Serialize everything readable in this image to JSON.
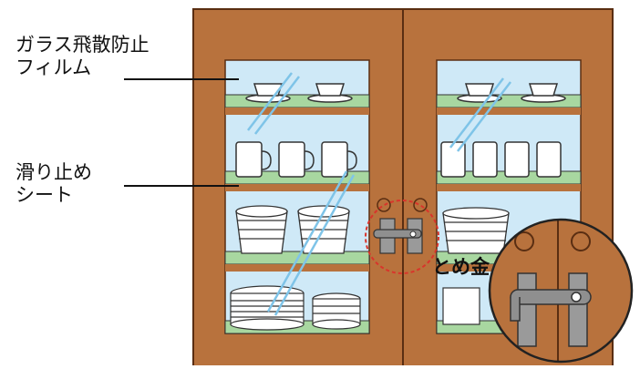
{
  "labels": {
    "film_line1": "ガラス飛散防止",
    "film_line2": "フィルム",
    "sheet_line1": "滑り止め",
    "sheet_line2": "シート",
    "latch": "とめ金"
  },
  "colors": {
    "wood": "#b8723d",
    "wood_dark": "#5a2e12",
    "glass": "#cfe9f7",
    "mat": "#a8d7a0",
    "dishes": "#ffffff",
    "dish_outline": "#333333",
    "metal": "#8f8f8f",
    "highlight": "#7fc4e8",
    "dashed_circle": "#d9342b"
  },
  "icons": [
    "cabinet",
    "cup",
    "mug",
    "bowl-stack",
    "plate-stack",
    "latch",
    "magnifier"
  ]
}
